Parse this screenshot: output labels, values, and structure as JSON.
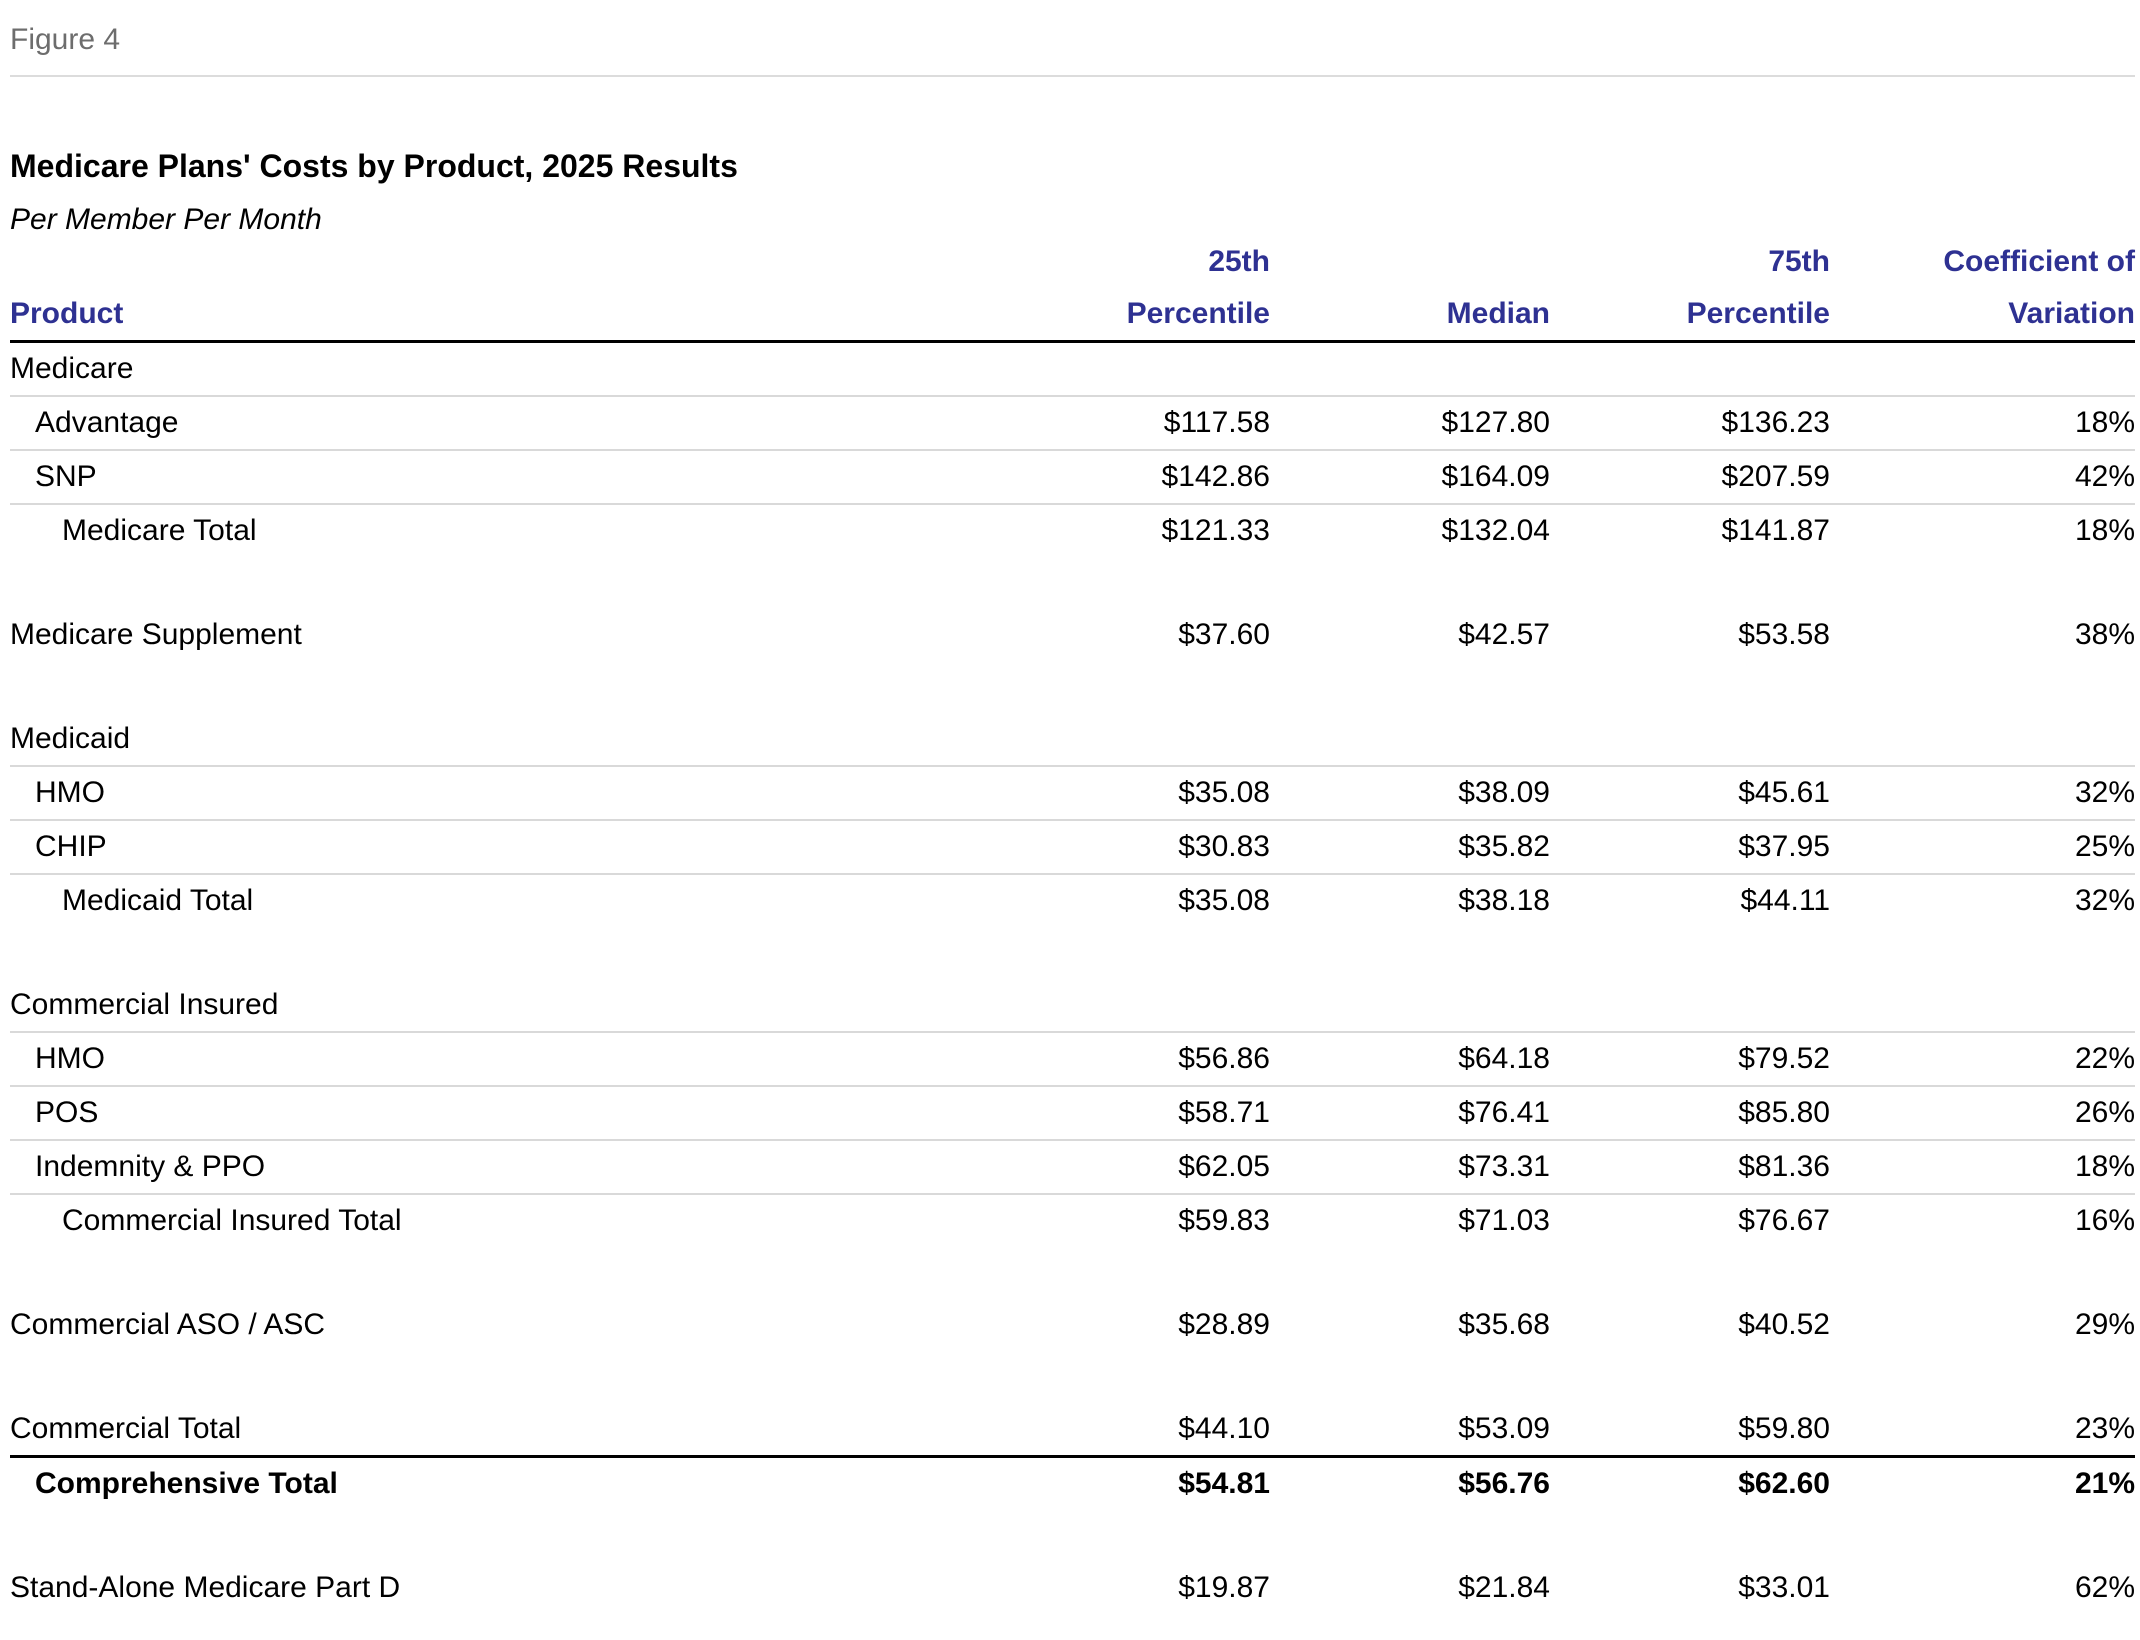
{
  "figure_label": "Figure 4",
  "title": "Medicare Plans' Costs by Product, 2025 Results",
  "subtitle": "Per Member Per Month",
  "header": {
    "product": "Product",
    "p25_line1": "25th",
    "p25_line2": "Percentile",
    "median": "Median",
    "p75_line1": "75th",
    "p75_line2": "Percentile",
    "cv_line1": "Coefficient of",
    "cv_line2": "Variation"
  },
  "rows": {
    "medicare": {
      "label": "Medicare"
    },
    "advantage": {
      "label": "Advantage",
      "p25": "$117.58",
      "median": "$127.80",
      "p75": "$136.23",
      "cv": "18%"
    },
    "snp": {
      "label": "SNP",
      "p25": "$142.86",
      "median": "$164.09",
      "p75": "$207.59",
      "cv": "42%"
    },
    "medicare_total": {
      "label": "Medicare Total",
      "p25": "$121.33",
      "median": "$132.04",
      "p75": "$141.87",
      "cv": "18%"
    },
    "medicare_supplement": {
      "label": "Medicare Supplement",
      "p25": "$37.60",
      "median": "$42.57",
      "p75": "$53.58",
      "cv": "38%"
    },
    "medicaid": {
      "label": "Medicaid"
    },
    "medicaid_hmo": {
      "label": "HMO",
      "p25": "$35.08",
      "median": "$38.09",
      "p75": "$45.61",
      "cv": "32%"
    },
    "chip": {
      "label": "CHIP",
      "p25": "$30.83",
      "median": "$35.82",
      "p75": "$37.95",
      "cv": "25%"
    },
    "medicaid_total": {
      "label": "Medicaid Total",
      "p25": "$35.08",
      "median": "$38.18",
      "p75": "$44.11",
      "cv": "32%"
    },
    "commercial_insured": {
      "label": "Commercial Insured"
    },
    "commercial_hmo": {
      "label": "HMO",
      "p25": "$56.86",
      "median": "$64.18",
      "p75": "$79.52",
      "cv": "22%"
    },
    "pos": {
      "label": "POS",
      "p25": "$58.71",
      "median": "$76.41",
      "p75": "$85.80",
      "cv": "26%"
    },
    "indemnity_ppo": {
      "label": "Indemnity & PPO",
      "p25": "$62.05",
      "median": "$73.31",
      "p75": "$81.36",
      "cv": "18%"
    },
    "commercial_insured_total": {
      "label": "Commercial Insured Total",
      "p25": "$59.83",
      "median": "$71.03",
      "p75": "$76.67",
      "cv": "16%"
    },
    "commercial_aso": {
      "label": "Commercial ASO / ASC",
      "p25": "$28.89",
      "median": "$35.68",
      "p75": "$40.52",
      "cv": "29%"
    },
    "commercial_total": {
      "label": "Commercial Total",
      "p25": "$44.10",
      "median": "$53.09",
      "p75": "$59.80",
      "cv": "23%"
    },
    "comprehensive_total": {
      "label": "Comprehensive Total",
      "p25": "$54.81",
      "median": "$56.76",
      "p75": "$62.60",
      "cv": "21%"
    },
    "part_d": {
      "label": "Stand-Alone Medicare Part D",
      "p25": "$19.87",
      "median": "$21.84",
      "p75": "$33.01",
      "cv": "62%"
    }
  }
}
